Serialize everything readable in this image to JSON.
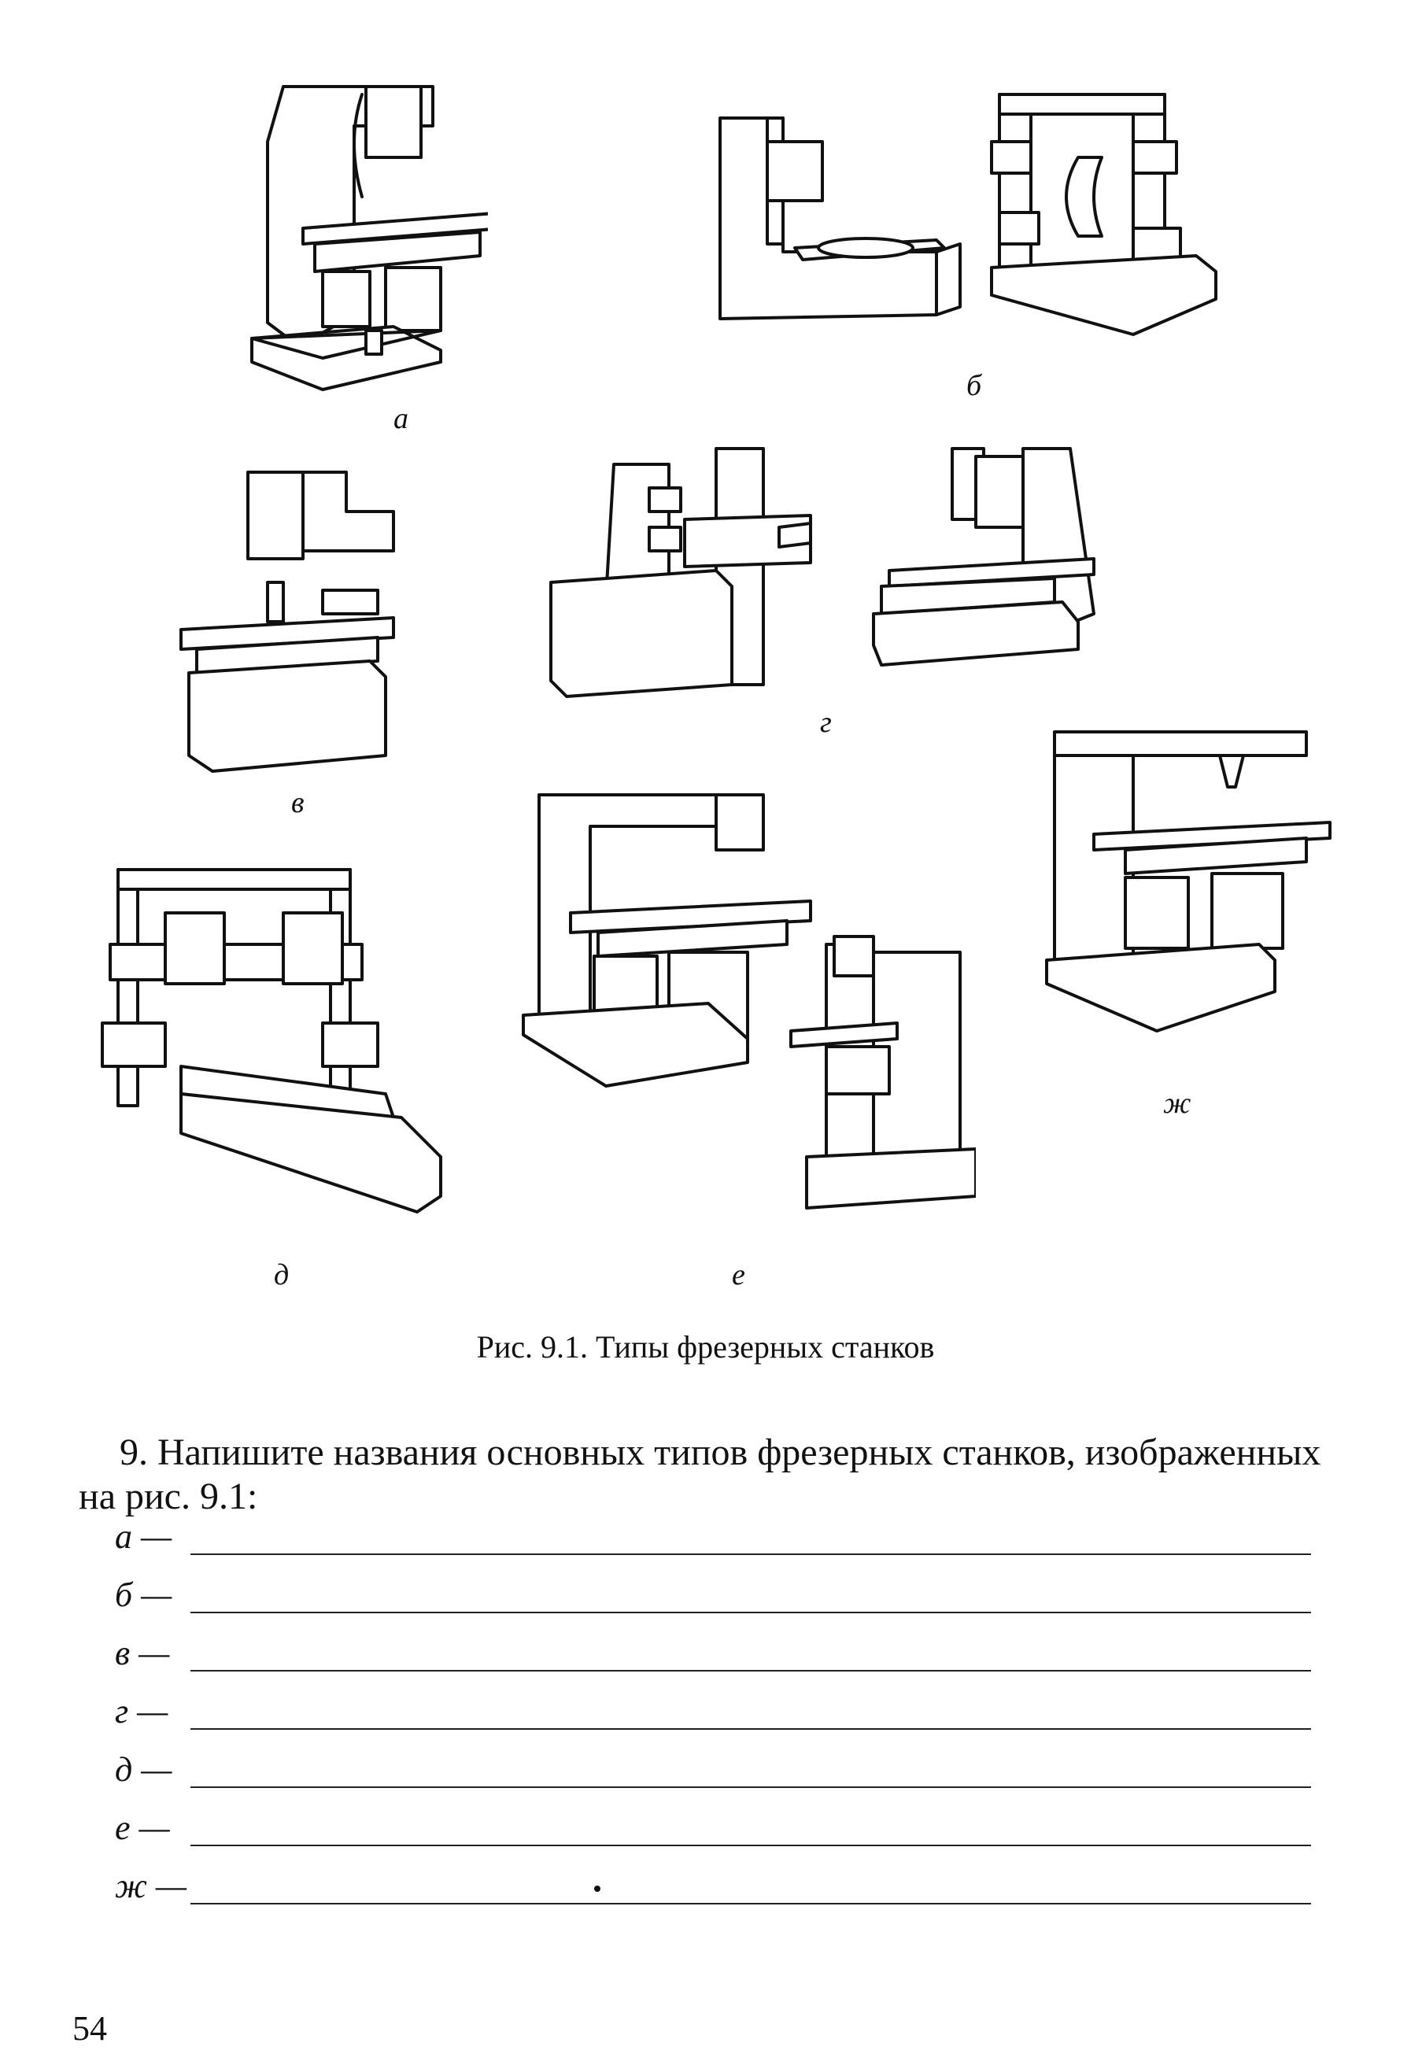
{
  "figure": {
    "machines": [
      {
        "id": "a",
        "label": "а"
      },
      {
        "id": "b",
        "label": "б"
      },
      {
        "id": "v",
        "label": "в"
      },
      {
        "id": "g",
        "label": "г"
      },
      {
        "id": "d",
        "label": "д"
      },
      {
        "id": "e",
        "label": "е"
      },
      {
        "id": "zh",
        "label": "ж"
      }
    ],
    "caption": "Рис. 9.1. Типы фрезерных станков"
  },
  "task": {
    "text_line1": "9. Напишите названия основных типов фрезерных станков, изображенных",
    "text_line2": "на рис. 9.1:",
    "answer_labels": [
      "а —",
      "б —",
      "в —",
      "г —",
      "д —",
      "е —",
      "ж —"
    ]
  },
  "page_number": "54"
}
